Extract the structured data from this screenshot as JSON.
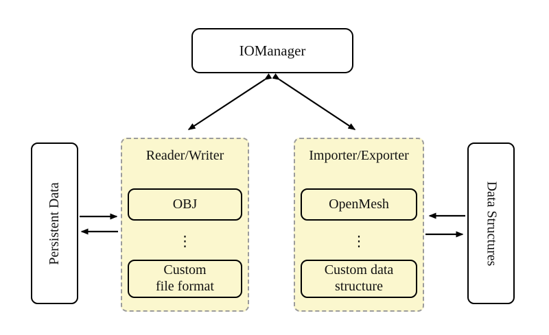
{
  "colors": {
    "panel_fill": "#FBF7CE",
    "panel_border": "#9B9B9B",
    "node_border": "#000000",
    "node_fill": "#FFFFFF",
    "arrow": "#000000",
    "background": "#FFFFFF"
  },
  "nodes": {
    "iomanager": {
      "label": "IOManager"
    },
    "persistent_data": {
      "label": "Persistent Data"
    },
    "data_structures": {
      "label": "Data Structures"
    }
  },
  "panels": {
    "reader_writer": {
      "title": "Reader/Writer",
      "top_node": "OBJ",
      "ellipsis": "⋮",
      "bottom_node": "Custom\nfile format"
    },
    "importer_exporter": {
      "title": "Importer/Exporter",
      "top_node": "OpenMesh",
      "ellipsis": "⋮",
      "bottom_node": "Custom data\nstructure"
    }
  }
}
